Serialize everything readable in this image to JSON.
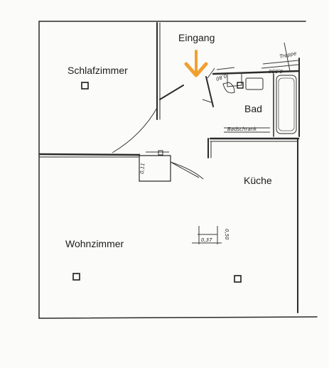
{
  "rooms": {
    "schlafzimmer": "Schlafzimmer",
    "bad": "Bad",
    "kueche": "Küche",
    "wohnzimmer": "Wohnzimmer"
  },
  "entrance": {
    "label": "Eingang",
    "arrow_color": "#f0a030",
    "icon": "arrow-down-icon"
  },
  "annotations": {
    "treppe": "Treppe",
    "bath_width": "0,350",
    "bath_small": "0,80",
    "kitchen_measure": "0,37",
    "kitchen_measure_v": "0,50",
    "hall_measure": "0,11",
    "bath_fixture": "Badschrank"
  },
  "colors": {
    "ink": "#2b2b2b",
    "paper": "#fbfbfa",
    "accent": "#f0a030"
  }
}
